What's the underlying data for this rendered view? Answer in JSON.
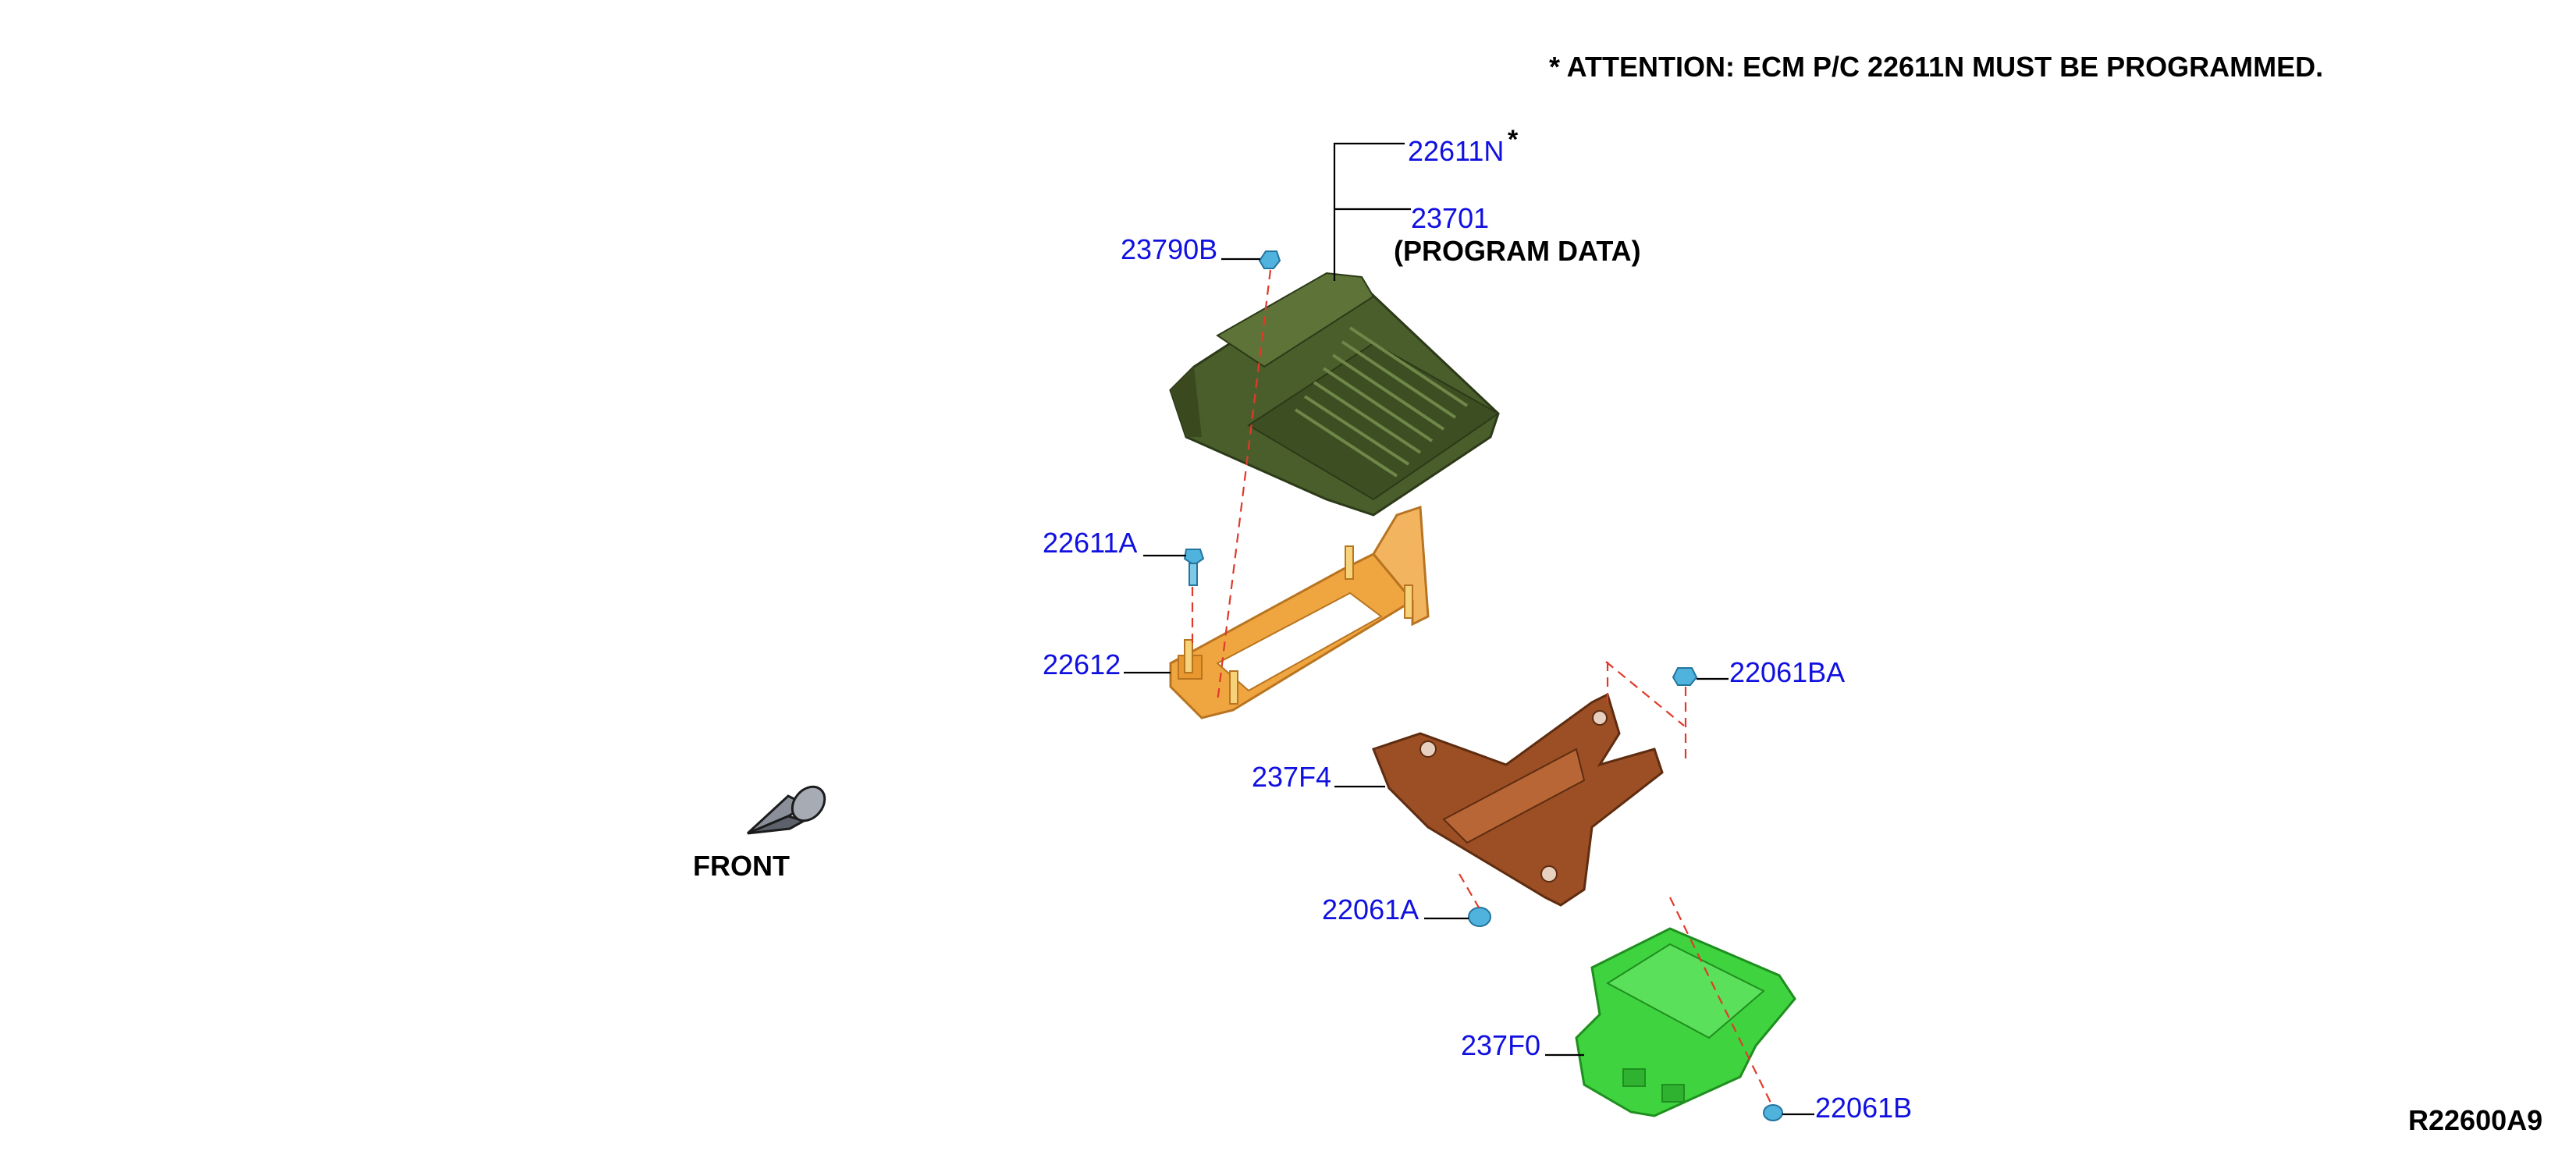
{
  "header": {
    "attention_note": "* ATTENTION: ECM P/C 22611N MUST BE PROGRAMMED."
  },
  "callouts": {
    "ecm": "22611N",
    "ecm_asterisk": "*",
    "program_data_code": "23701",
    "program_data_label": "(PROGRAM DATA)",
    "nut_top": "23790B",
    "bolt": "22611A",
    "ecm_bracket": "22612",
    "nut_right": "22061BA",
    "sub_bracket": "237F4",
    "nut_lower": "22061A",
    "sub_module": "237F0",
    "nut_bottom": "22061B"
  },
  "front_label": "FRONT",
  "diagram_code": "R22600A9",
  "colors": {
    "ecm_body": "#4a5e2c",
    "ecm_bracket": "#f0a640",
    "sub_bracket": "#9c4f24",
    "sub_module": "#3fd33f",
    "fastener": "#4fb3de",
    "callout_text": "#1010e0",
    "dashed_line": "#e03a2a"
  }
}
